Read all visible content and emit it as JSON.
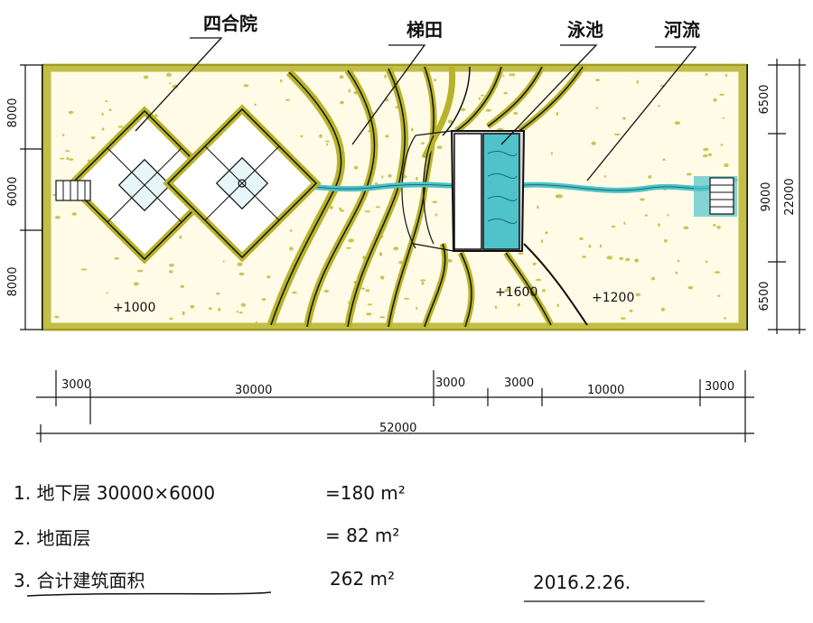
{
  "labels": {
    "courtyard": "四合院",
    "amphitheater": "梯田",
    "pool": "泳池",
    "river": "河流"
  },
  "elevations": {
    "left": "+1000",
    "pool_edge": "+1600",
    "right": "+1200"
  },
  "dims_bottom": {
    "d1": "3000",
    "d2": "30000",
    "d3": "3000",
    "d4": "3000",
    "d5": "10000",
    "d6": "3000",
    "total": "52000"
  },
  "dims_left": {
    "top": "8000",
    "mid": "6000",
    "bottom": "8000"
  },
  "dims_right": {
    "a": "6500",
    "b": "9000",
    "c": "6500",
    "total": "22000"
  },
  "notes": [
    {
      "label": "1. 地下层 30000×6000",
      "value": "=180 m²"
    },
    {
      "label": "2. 地面层",
      "value": "= 82 m²"
    },
    {
      "label": "3. 合计建筑面积",
      "value": "262 m²"
    }
  ],
  "date": "2016.2.26.",
  "colors": {
    "olive": "#b8b32a",
    "water": "#4fc3c9",
    "ink": "#111111"
  }
}
